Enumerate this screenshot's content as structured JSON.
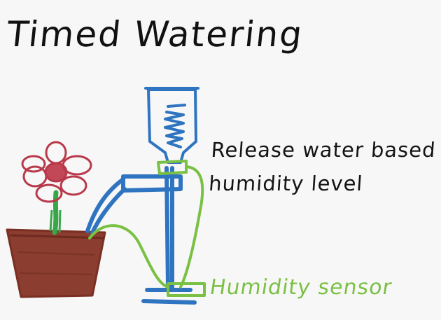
{
  "title": "Timed Watering",
  "annotation": {
    "line1": "Release water based on",
    "line2": "humidity level"
  },
  "sensor_label": "Humidity sensor",
  "colors": {
    "ink": "#111111",
    "bottle": "#2f74c0",
    "sensor_wire": "#79c043",
    "flower_petals": "#b8394a",
    "stem": "#3aa64a",
    "pot": "#8b3d2f",
    "background": "#f7f7f7"
  }
}
